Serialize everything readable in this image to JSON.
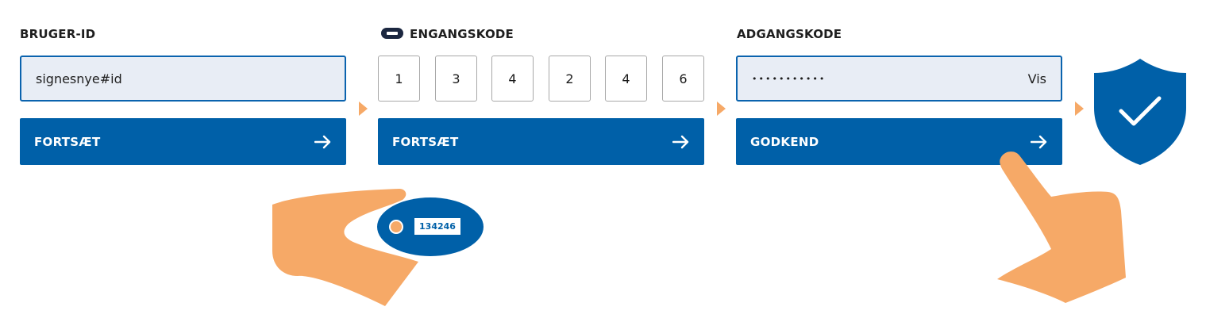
{
  "step1": {
    "label": "BRUGER-ID",
    "input_value": "signesnye#id",
    "button_label": "FORTSÆT"
  },
  "step2": {
    "label": "ENGANGSKODE",
    "digits": [
      "1",
      "3",
      "4",
      "2",
      "4",
      "6"
    ],
    "button_label": "FORTSÆT",
    "token_code": "134246"
  },
  "step3": {
    "label": "ADGANGSKODE",
    "password_value": "•••••••••••",
    "show_label": "Vis",
    "button_label": "GODKEND"
  },
  "icons": {
    "token": "key-token-icon",
    "arrow": "arrow-right-icon",
    "step_separator": "triangle-right-icon",
    "shield": "shield-check-icon",
    "hand_holding": "hand-holding-token-icon",
    "hand_pointing": "hand-pointing-icon"
  },
  "colors": {
    "primary_blue": "#0060a8",
    "input_border": "#0a63ae",
    "input_bg": "#e8edf5",
    "accent_orange": "#f6a967",
    "text": "#1e1e1e"
  }
}
